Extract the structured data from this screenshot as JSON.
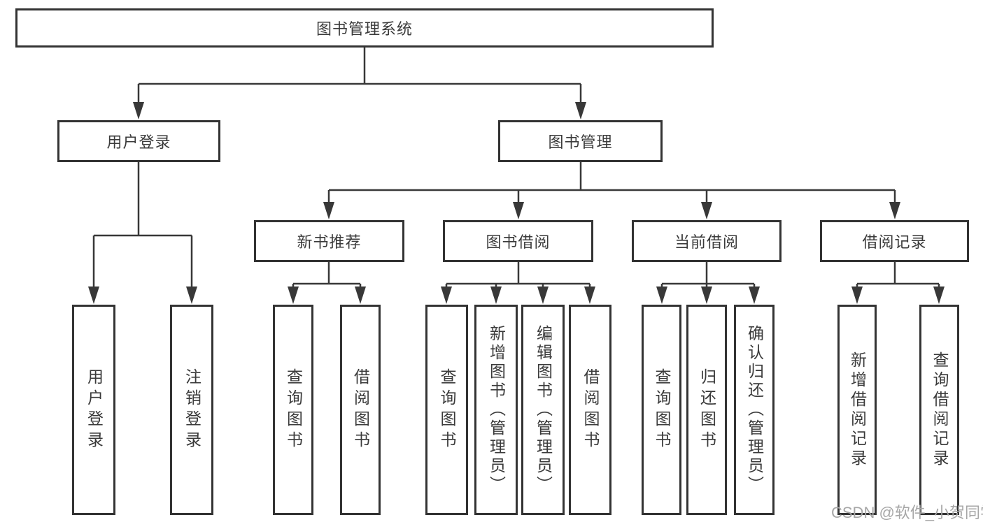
{
  "diagram": {
    "root": {
      "label": "图书管理系统"
    },
    "level1": [
      {
        "label": "用户登录",
        "children": [
          {
            "label": "用户登录"
          },
          {
            "label": "注销登录"
          }
        ]
      },
      {
        "label": "图书管理",
        "children": [
          {
            "label": "新书推荐",
            "children": [
              {
                "label": "查询图书"
              },
              {
                "label": "借阅图书"
              }
            ]
          },
          {
            "label": "图书借阅",
            "children": [
              {
                "label": "查询图书"
              },
              {
                "label": "新增图书（管理员）"
              },
              {
                "label": "编辑图书（管理员）"
              },
              {
                "label": "借阅图书"
              }
            ]
          },
          {
            "label": "当前借阅",
            "children": [
              {
                "label": "查询图书"
              },
              {
                "label": "归还图书"
              },
              {
                "label": "确认归还（管理员）"
              }
            ]
          },
          {
            "label": "借阅记录",
            "children": [
              {
                "label": "新增借阅记录"
              },
              {
                "label": "查询借阅记录"
              }
            ]
          }
        ]
      }
    ]
  },
  "watermark": {
    "text": "CSDN @软件_小贺同学"
  },
  "colors": {
    "line": "#383838",
    "box_border": "#333333",
    "text": "#3a3a3a",
    "watermark_gray": "#a6a6a6",
    "background": "#ffffff"
  }
}
